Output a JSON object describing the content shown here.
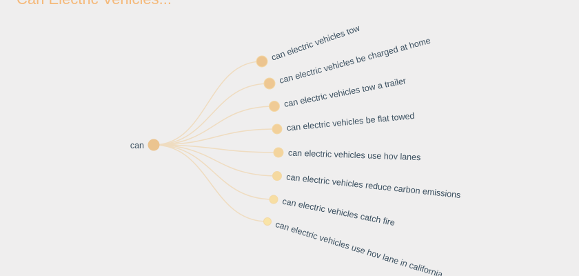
{
  "title": "Can Electric Vehicles...",
  "root": {
    "label": "can",
    "color": "#ebc48f"
  },
  "children": [
    {
      "label": "can electric vehicles tow",
      "color": "#ecc48f"
    },
    {
      "label": "can electric vehicles be charged at home",
      "color": "#eec792"
    },
    {
      "label": "can electric vehicles tow a trailer",
      "color": "#f0cb95"
    },
    {
      "label": "can electric vehicles be flat towed",
      "color": "#f2d09a"
    },
    {
      "label": "can electric vehicles use hov lanes",
      "color": "#f3d49d"
    },
    {
      "label": "can electric vehicles reduce carbon emissions",
      "color": "#f5d9a0"
    },
    {
      "label": "can electric vehicles catch fire",
      "color": "#f7dea3"
    },
    {
      "label": "can electric vehicles use hov lane in california",
      "color": "#f9e4a7"
    }
  ],
  "link_color": "#efdcc0"
}
